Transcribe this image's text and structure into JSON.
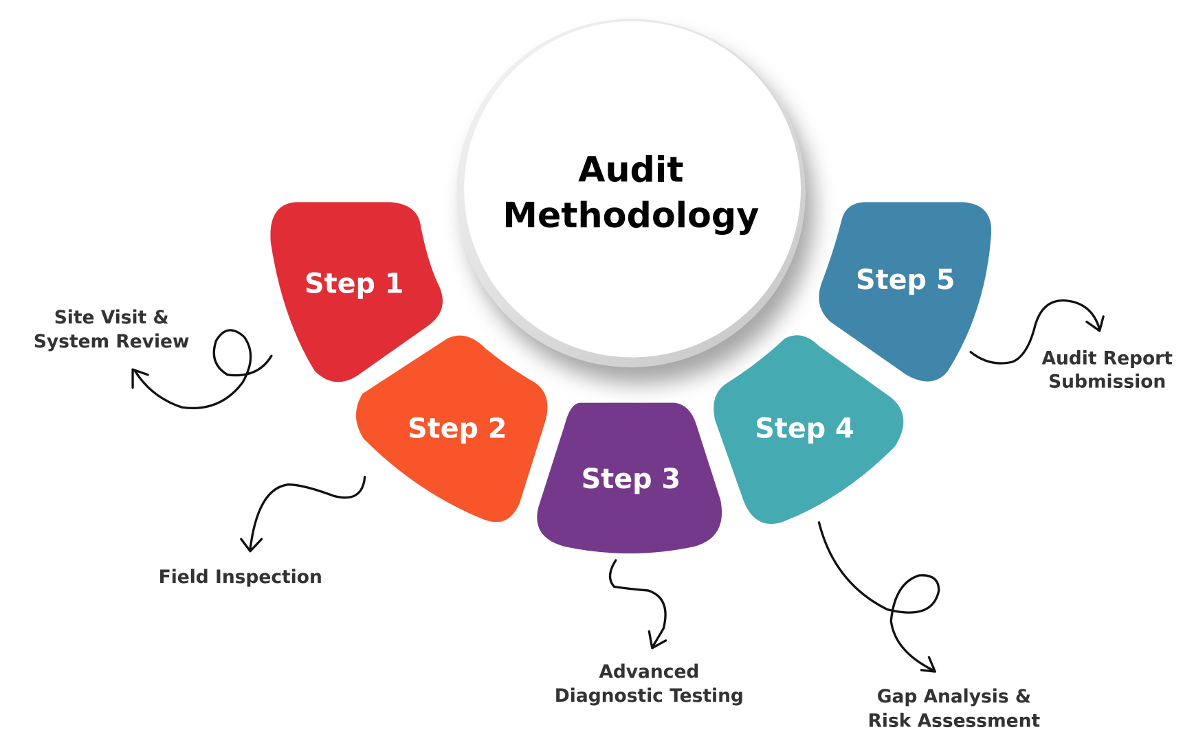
{
  "title_lines": [
    "Audit",
    "Methodology"
  ],
  "steps": [
    {
      "label": "Step 1",
      "color": "#E12E36",
      "description": [
        "Site Visit &",
        "System Review"
      ]
    },
    {
      "label": "Step 2",
      "color": "#F8552A",
      "description": [
        "Field Inspection"
      ]
    },
    {
      "label": "Step 3",
      "color": "#75398B",
      "description": [
        "Advanced",
        "Diagnostic Testing"
      ]
    },
    {
      "label": "Step 4",
      "color": "#46AAB2",
      "description": [
        "Gap Analysis &",
        "Risk Assessment"
      ]
    },
    {
      "label": "Step 5",
      "color": "#3F86AA",
      "description": [
        "Audit Report",
        "Submission"
      ]
    }
  ]
}
